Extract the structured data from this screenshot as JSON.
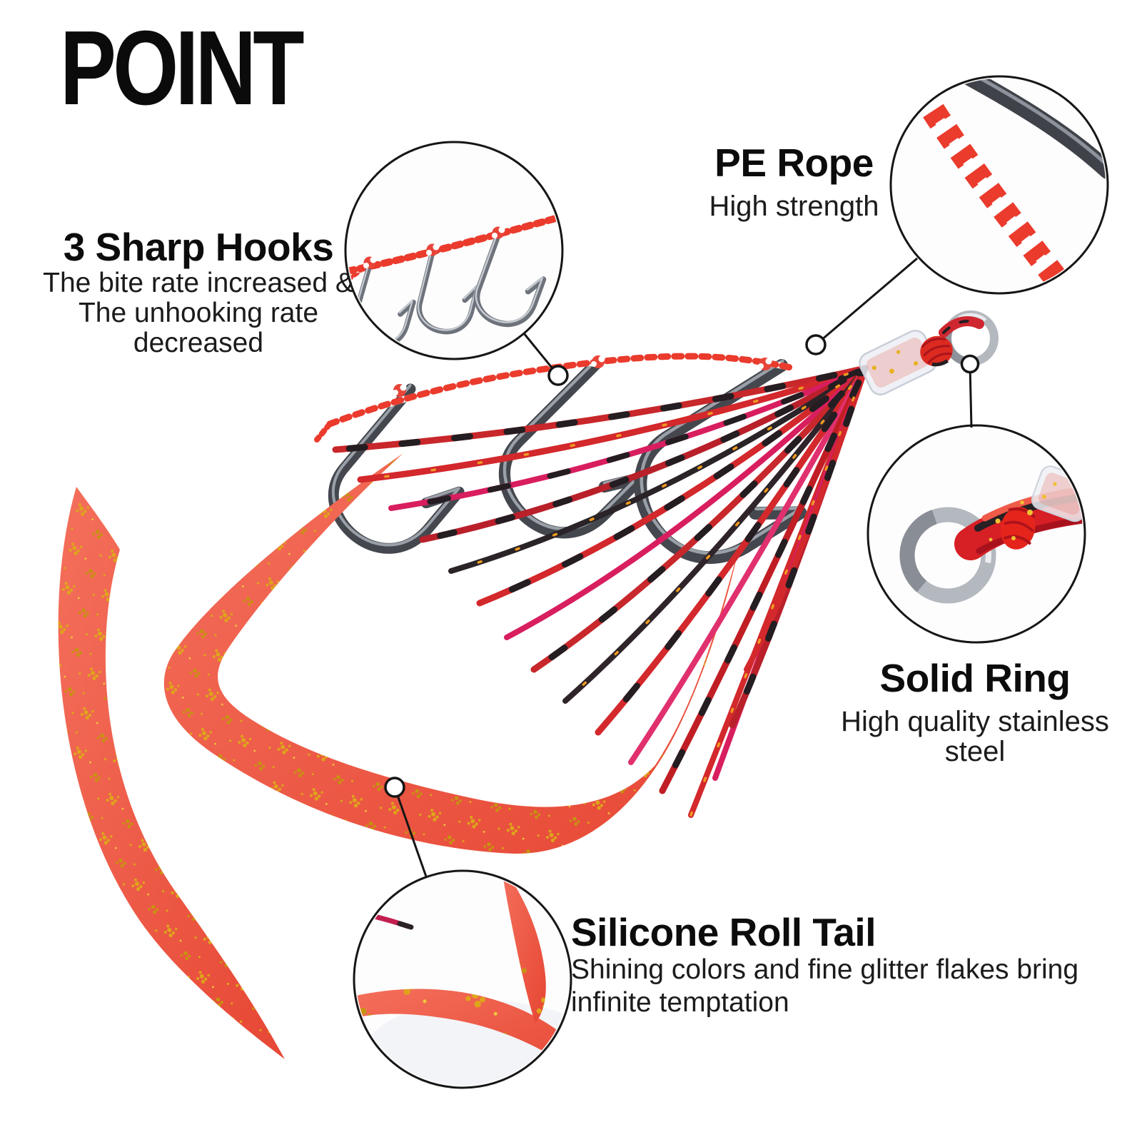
{
  "header": {
    "title": "POINT"
  },
  "callouts": {
    "hooks": {
      "title": "3 Sharp Hooks",
      "desc_line1": "The bite rate increased &",
      "desc_line2": "The unhooking rate decreased"
    },
    "pe_rope": {
      "title": "PE Rope",
      "desc": "High strength"
    },
    "solid_ring": {
      "title": "Solid Ring",
      "desc": "High quality stainless steel"
    },
    "silicone_tail": {
      "title": "Silicone Roll Tail",
      "desc_line1": "Shining colors and fine glitter flakes bring",
      "desc_line2": "infinite temptation"
    }
  },
  "colors": {
    "background": "#ffffff",
    "text": "#0c0c0c",
    "ribbon_red": "#ed5646",
    "glitter_gold": "#e2a81c",
    "strand_red": "#d3282c",
    "strand_pink": "#d81e5f",
    "strand_black": "#241d21",
    "rope_red": "#ea3b2d",
    "rope_white": "#ffffff",
    "hook_metal": "#45474e",
    "ring_silver": "#b4b8bf",
    "callout_line": "#161616"
  }
}
